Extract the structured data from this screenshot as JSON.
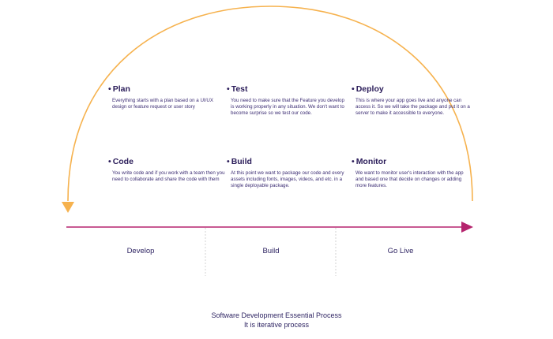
{
  "colors": {
    "arc": "#f6b24e",
    "axis": "#b5246e",
    "divider": "#c8c8c8",
    "text": "#2b1d5a"
  },
  "stages": [
    {
      "bullet": "•",
      "title": "Plan",
      "description": "Everything starts with a plan based on a UI/UX design or feature request or user story"
    },
    {
      "bullet": "•",
      "title": "Test",
      "description": "You need to make sure that the Feature you develop is working properly in any situation. We don't want to become surprise so we test our code."
    },
    {
      "bullet": "•",
      "title": "Deploy",
      "description": "This is where your app goes live and anyone can access it. So we will take the package and put it on a server to make it accessible to everyone."
    },
    {
      "bullet": "•",
      "title": "Code",
      "description": "You write code and if you work with a team then you need to collaborate and share the code with them"
    },
    {
      "bullet": "•",
      "title": "Build",
      "description": "At this point we want to package our code and every assets including fonts, images, videos, and etc. in a single deployable package."
    },
    {
      "bullet": "•",
      "title": "Monitor",
      "description": "We want to monitor user's interaction with the app and based one that decide on changes or adding more features."
    }
  ],
  "phases": [
    "Develop",
    "Build",
    "Go Live"
  ],
  "caption": {
    "line1": "Software Development Essential Process",
    "line2": "It is iterative process"
  }
}
